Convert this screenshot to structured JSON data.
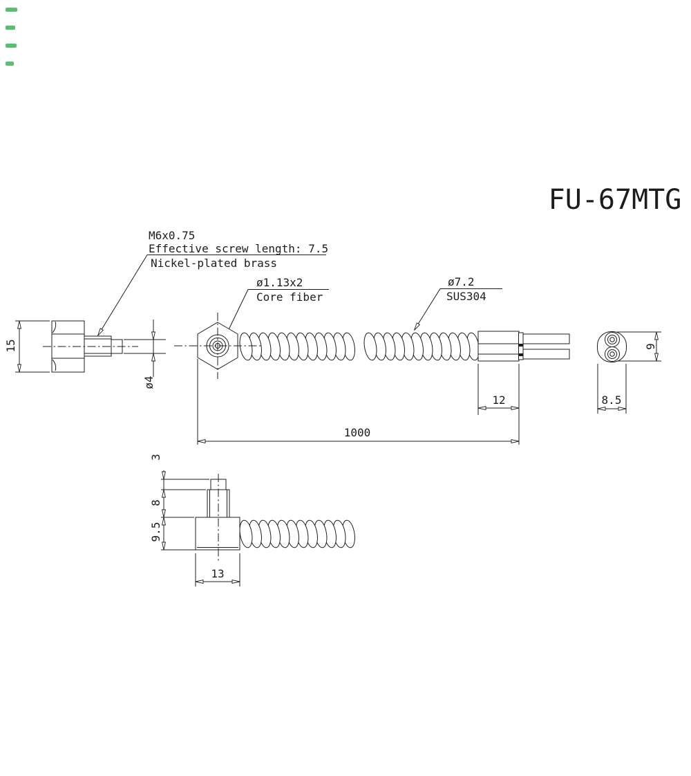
{
  "title": "FU-67MTG",
  "callouts": {
    "thread": {
      "spec": "M6x0.75",
      "length": "Effective screw length: 7.5",
      "material": "Nickel-plated brass"
    },
    "core": {
      "spec": "ø1.13x2",
      "name": "Core fiber"
    },
    "sheath": {
      "spec": "ø7.2",
      "material": "SUS304"
    }
  },
  "dims": {
    "nut_across_flats": "15",
    "tip_diameter": "ø4",
    "fiber_length": "1000",
    "end_block_length": "12",
    "end_width": "8.5",
    "end_height": "9",
    "tip_height": "3",
    "screw_height": "8",
    "head_height": "9.5",
    "head_width": "13"
  },
  "colors": {
    "line": "#1c1c1c",
    "background": "#ffffff",
    "corner_marks": "#5abf6e"
  }
}
